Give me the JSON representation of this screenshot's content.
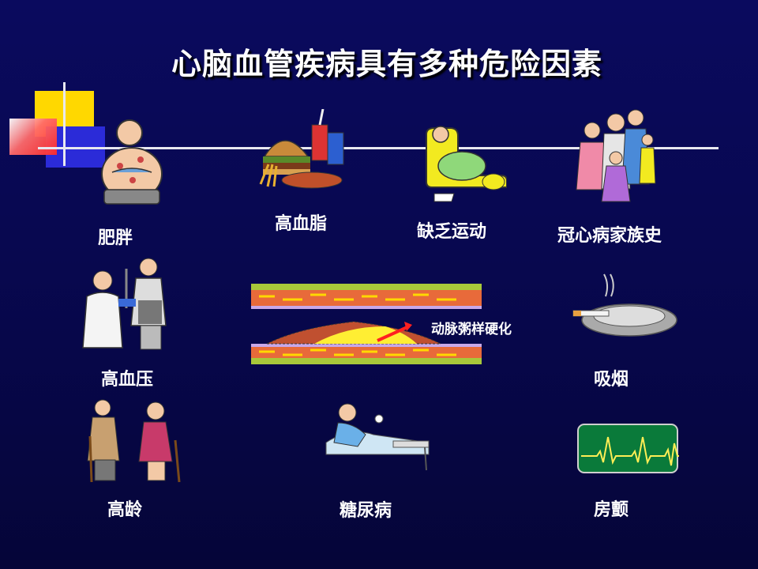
{
  "title": "心脑血管疾病具有多种危险因素",
  "factors": {
    "obesity": "肥胖",
    "hyperlipidemia": "高血脂",
    "lack_exercise": "缺乏运动",
    "family_history": "冠心病家族史",
    "hypertension": "高血压",
    "atherosclerosis": "动脉粥样硬化",
    "smoking": "吸烟",
    "old_age": "高龄",
    "diabetes": "糖尿病",
    "atrial_fibrillation": "房颤"
  },
  "colors": {
    "background": "#07074a",
    "accent_yellow": "#ffd800",
    "accent_red": "#ff2a2a",
    "accent_blue": "#2b2bd8",
    "ecg_green": "#0a7a3a",
    "ecg_trace": "#ffee55"
  },
  "icons": [
    "obese-man-icon",
    "junk-food-icon",
    "couch-potato-icon",
    "family-icon",
    "blood-pressure-icon",
    "artery-icon",
    "ashtray-icon",
    "elderly-couple-icon",
    "patient-bed-icon",
    "ecg-monitor-icon"
  ]
}
